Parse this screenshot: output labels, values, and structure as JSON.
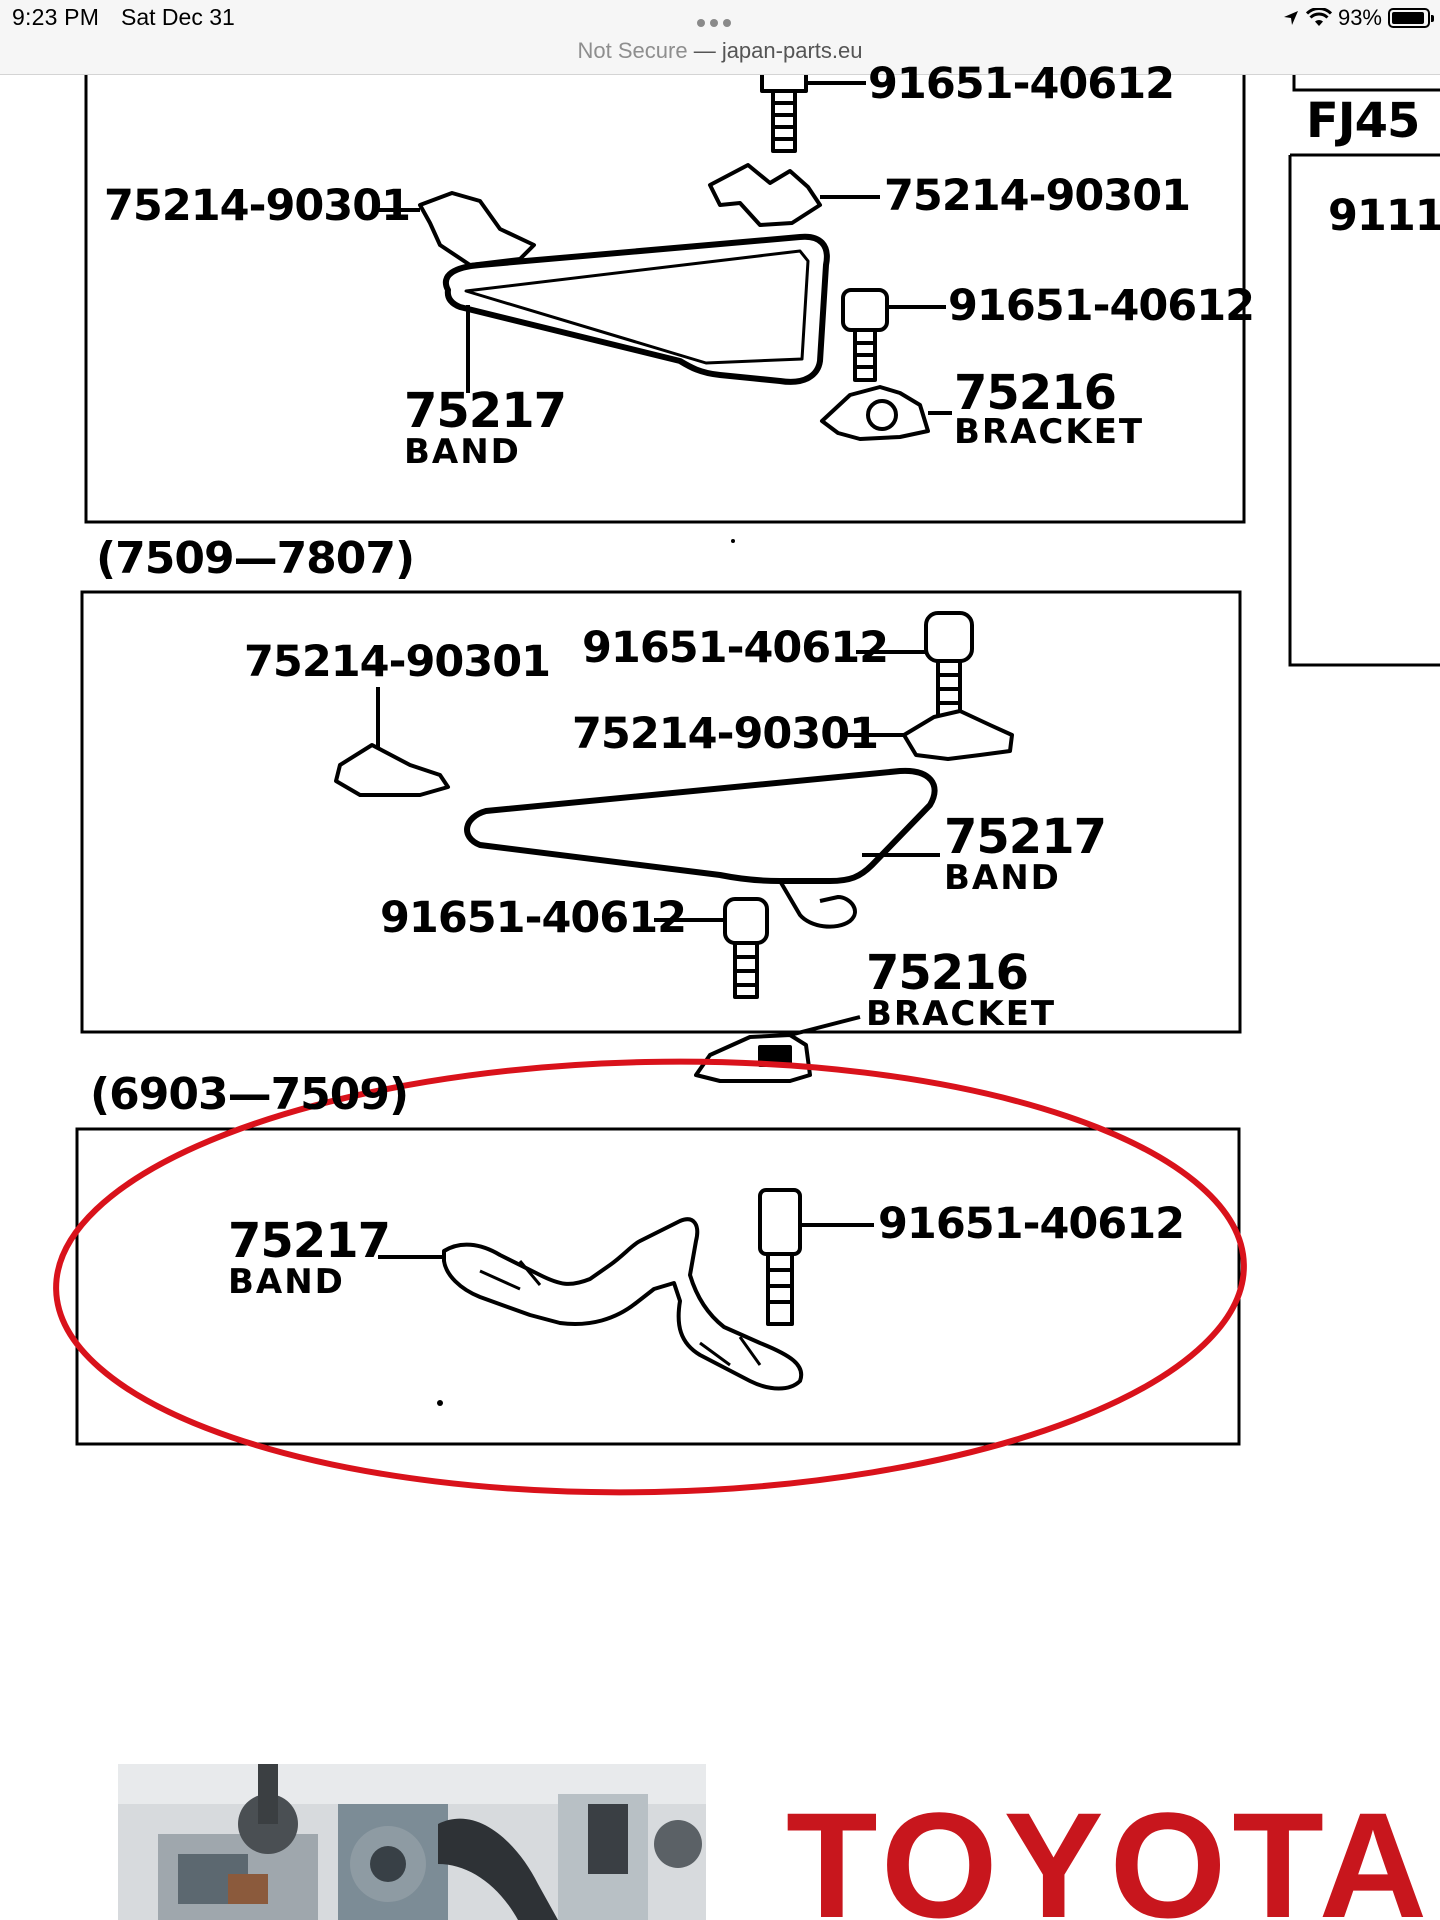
{
  "status_bar": {
    "time": "9:23 PM",
    "date": "Sat Dec 31",
    "battery": "93%",
    "battery_level": 0.93,
    "icons": [
      "location-arrow-icon",
      "wifi-icon",
      "battery-icon"
    ]
  },
  "address_bar": {
    "security": "Not Secure",
    "separator": " — ",
    "domain": "japan-parts.eu"
  },
  "diagram": {
    "top_section": {
      "label_top_bolt": "91651-40612",
      "label_clamp_left": "75214-90301",
      "label_clamp_right": "75214-90301",
      "label_bolt_right": "91651-40612",
      "label_band_no": "75217",
      "label_band": "BAND",
      "label_bracket_no": "75216",
      "label_bracket": "BRACKET"
    },
    "side_panel": {
      "model": "FJ45",
      "label_partial": "9111"
    },
    "middle_section": {
      "range": "(7509—7807)",
      "label_clamp_left": "75214-90301",
      "label_bolt_top": "91651-40612",
      "label_clamp_right": "75214-90301",
      "label_band_no": "75217",
      "label_band": "BAND",
      "label_bolt_low": "91651-40612",
      "label_bracket_no": "75216",
      "label_bracket": "BRACKET"
    },
    "bottom_section": {
      "range": "(6903—7509)",
      "label_band_no": "75217",
      "label_band": "BAND",
      "label_bolt": "91651-40612"
    },
    "highlight_color": "#d9121b"
  },
  "banner": {
    "brand": "TOYOTA",
    "amp": " &"
  }
}
